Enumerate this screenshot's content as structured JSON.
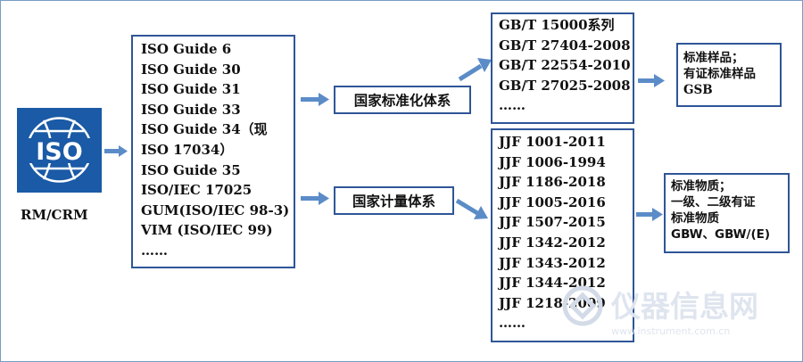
{
  "left_label": "RM/CRM",
  "iso_logo": {
    "text": "ISO",
    "color": "#1a5aa6"
  },
  "standards_list": [
    "ISO Guide  6",
    "ISO Guide 30",
    "ISO Guide 31",
    "ISO Guide 33",
    "ISO Guide 34（现",
    "ISO 17034）",
    "ISO Guide 35",
    "ISO/IEC 17025",
    "GUM(ISO/IEC 98-3)",
    "VIM (ISO/IEC 99)",
    "……"
  ],
  "national_standard_system": "国家标准化体系",
  "national_metrology_system": "国家计量体系",
  "gb_list": [
    "GB/T 15000系列",
    "GB/T 27404-2008",
    "GB/T 22554-2010",
    "GB/T 27025-2008",
    "……"
  ],
  "jjf_list": [
    "JJF 1001-2011",
    "JJF 1006-1994",
    "JJF 1186-2018",
    "JJF 1005-2016",
    "JJF 1507-2015",
    "JJF 1342-2012",
    "JJF 1343-2012",
    "JJF 1344-2012",
    "JJF 1218-2009",
    "……"
  ],
  "gsb_note": [
    "标准样品；",
    "有证标准样品",
    "GSB"
  ],
  "gbw_note": [
    "标准物质；",
    "一级、二级有证",
    "标准物质",
    "GBW、GBW/(E)"
  ],
  "watermark": {
    "cn": "仪器信息网",
    "en": "www.instrument.com.cn"
  },
  "colors": {
    "border": "#2f5597",
    "arrow": "#5b8cc8",
    "logo": "#1a5aa6"
  }
}
